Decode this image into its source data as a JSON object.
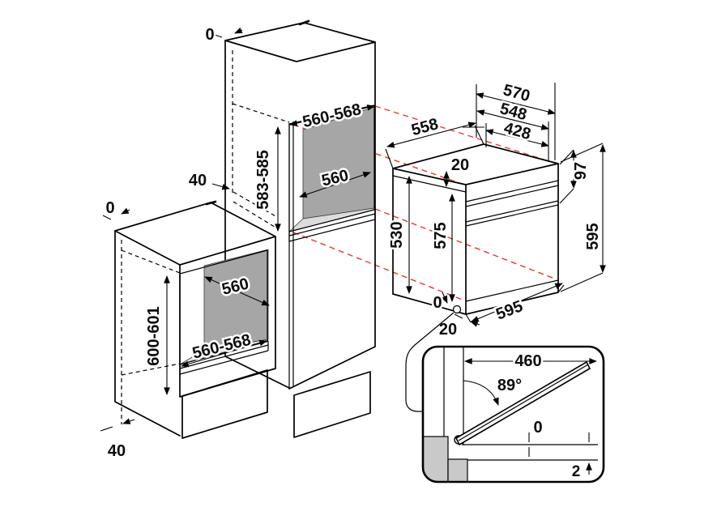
{
  "labels": {
    "tall_cabinet": {
      "top_gap": "0",
      "back_gap": "40",
      "niche_width": "560-568",
      "niche_height": "583-585",
      "niche_depth": "560"
    },
    "base_cabinet": {
      "top_gap": "0",
      "back_gap": "40",
      "niche_height": "600-601",
      "niche_depth": "560",
      "niche_width": "560-568"
    },
    "oven": {
      "total_depth": "570",
      "body_depth": "548",
      "front_depth": "428",
      "min_clearance_depth": "558",
      "top_recess": "20",
      "body_height": "530",
      "front_height": "575",
      "fascia_height": "97",
      "total_height": "595",
      "width": "595",
      "bottom_gap": "0",
      "front_offset": "20"
    },
    "door_detail": {
      "door_projection": "460",
      "opening_angle": "89°",
      "door_gap": "0",
      "floor_clearance": "2"
    }
  },
  "colors": {
    "outline": "#000000",
    "projection": "#e8352b",
    "niche_back": "#a6a6a6",
    "niche_floor": "#dcdcdc",
    "plinth_section": "#c9c9c9"
  }
}
